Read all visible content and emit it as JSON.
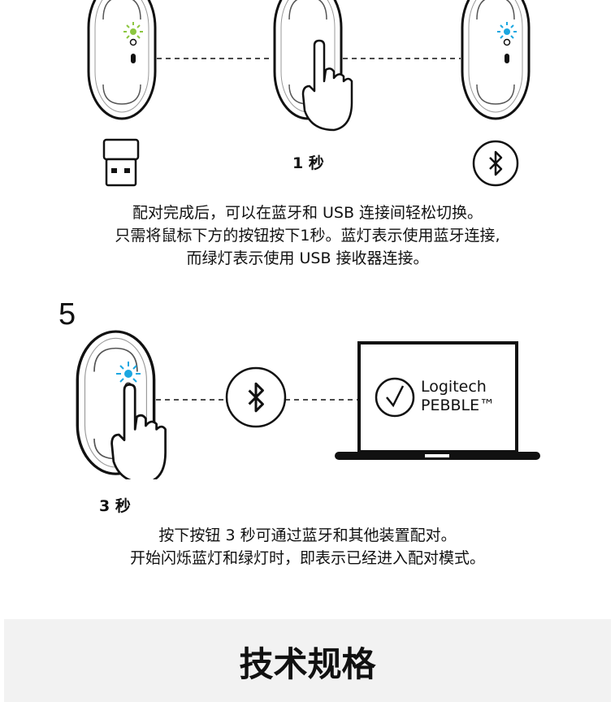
{
  "step1": {
    "hold_label": "1 秒",
    "description_lines": [
      "配对完成后，可以在蓝牙和 USB 连接间轻松切换。",
      "只需将鼠标下方的按钮按下1秒。蓝灯表示使用蓝牙连接,",
      "而绿灯表示使用 USB 接收器连接。"
    ],
    "colors": {
      "usb_led": "#8cc63f",
      "bluetooth_led": "#1ba7e1"
    }
  },
  "step5": {
    "number": "5",
    "hold_label": "3 秒",
    "laptop_screen": {
      "brand": "Logitech",
      "product": "PEBBLE™"
    },
    "description_lines": [
      "按下按钮 3 秒可通过蓝牙和其他装置配对。",
      "开始闪烁蓝灯和绿灯时，即表示已经进入配对模式。"
    ]
  },
  "section": {
    "title": "技术规格"
  }
}
